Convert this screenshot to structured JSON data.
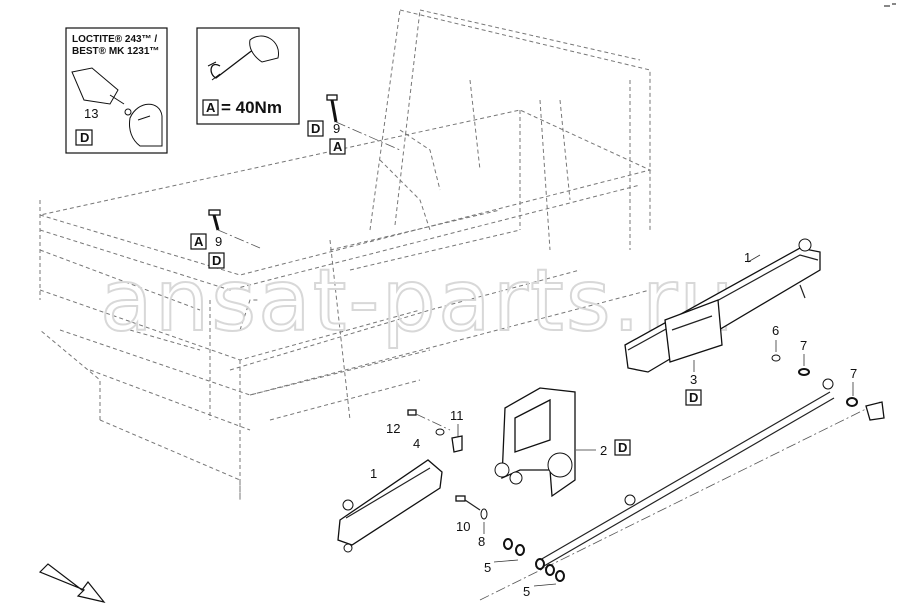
{
  "callouts": {
    "loctite_line1": "LOCTITE® 243™ /",
    "loctite_line2": "BEST® MK 1231™",
    "loctite_part": "13",
    "loctite_box": "D",
    "torque_box": "A",
    "torque_value": "= 40Nm"
  },
  "labels": {
    "bolt_top_box1": "D",
    "bolt_top_num": "9",
    "bolt_top_box2": "A",
    "bolt_left_box1": "A",
    "bolt_left_num": "9",
    "bolt_left_box2": "D",
    "beam_right": "1",
    "beam_left": "1",
    "cover_num": "3",
    "cover_box": "D",
    "bracket_num": "2",
    "bracket_box": "D",
    "washer_6": "6",
    "washer_7a": "7",
    "washer_7b": "7",
    "bolt_12": "12",
    "nut_11": "11",
    "washer_4": "4",
    "bolt_10": "10",
    "washer_8": "8",
    "washer_5a": "5",
    "washer_5b": "5"
  },
  "watermark": "ansat-parts.ru"
}
